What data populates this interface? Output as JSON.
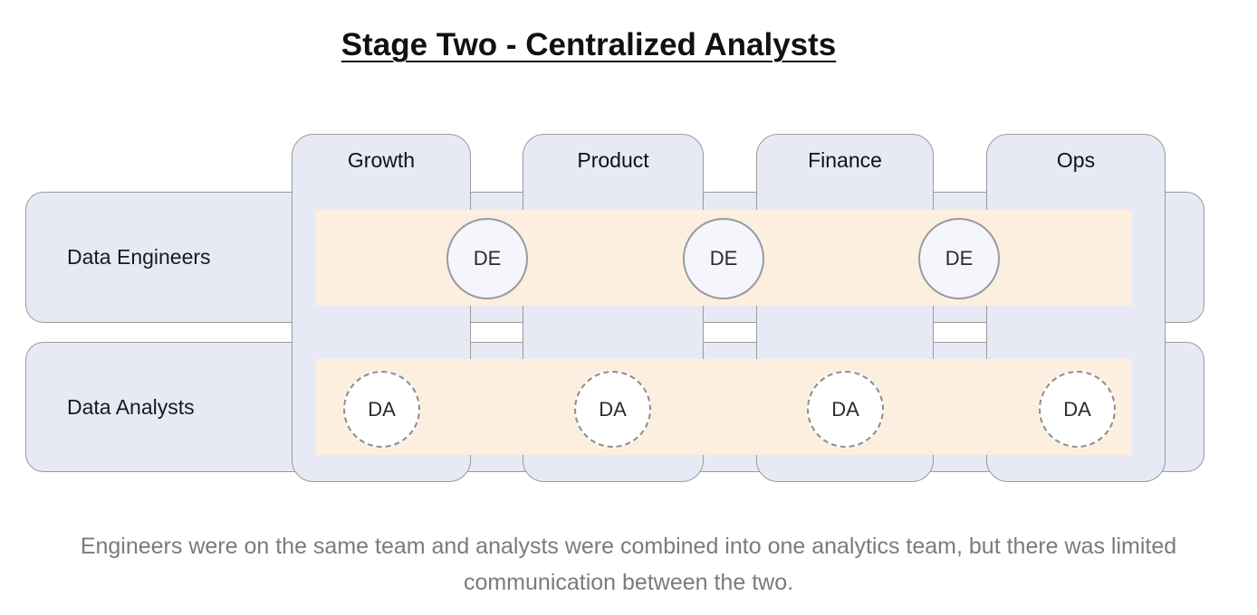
{
  "title": "Stage Two - Centralized Analysts",
  "columns": [
    {
      "label": "Growth"
    },
    {
      "label": "Product"
    },
    {
      "label": "Finance"
    },
    {
      "label": "Ops"
    }
  ],
  "rows": [
    {
      "label": "Data Engineers"
    },
    {
      "label": "Data Analysts"
    }
  ],
  "circles": {
    "engineer_label": "DE",
    "analyst_label": "DA",
    "engineer_count": 3,
    "analyst_count": 4
  },
  "caption": {
    "line1": "Engineers were on the same team and analysts were combined into one analytics team, but there was limited",
    "line2": "communication between the two."
  },
  "colors": {
    "panel_fill": "#e7e9f5",
    "panel_border": "#9b9b9b",
    "band_fill": "#fcefdf",
    "engineer_circle_fill": "#f4f6fc",
    "analyst_circle_fill": "#ffffff",
    "title_text": "#111111",
    "caption_text": "#7b7b7b"
  }
}
